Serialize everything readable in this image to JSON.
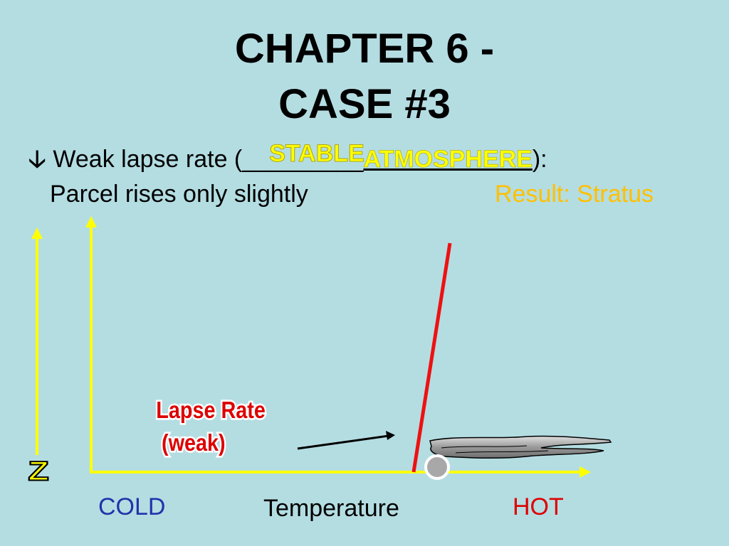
{
  "title": {
    "line1": "CHAPTER 6 -",
    "line2": "CASE #3"
  },
  "statement": {
    "bullet_icon": "down-arrow-icon",
    "bullet_glyph": "🡣",
    "prefix": "Weak lapse rate (",
    "blank": "_________",
    "answer": "STABLE",
    "atmosphere": "ATMOSPHERE",
    "suffix": "):"
  },
  "subline": {
    "left": "Parcel rises only slightly",
    "right": "Result: Stratus"
  },
  "diagram": {
    "lapse_label_line1": "Lapse Rate",
    "lapse_label_line2": "(weak)",
    "z_label": "Z",
    "x_cold": "COLD",
    "x_label": "Temperature",
    "x_hot": "HOT"
  },
  "colors": {
    "background": "#b4dde2",
    "axis": "#ffff00",
    "lapse_line": "#ee1111",
    "answer_text": "#ffff00",
    "result_text": "#ffc000",
    "cold_text": "#2233aa",
    "hot_text": "#dd0000",
    "lapse_label": "#dd0000"
  }
}
